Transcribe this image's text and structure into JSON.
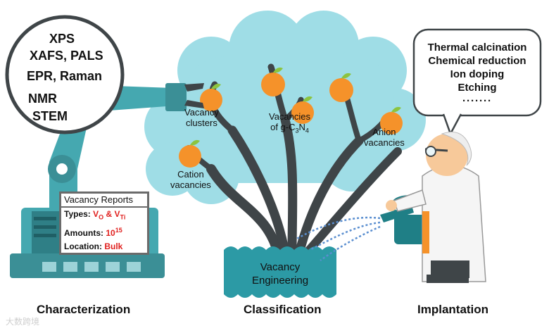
{
  "characterization": {
    "techniques": [
      "XPS",
      "XAFS, PALS",
      "EPR, Raman",
      "NMR",
      "STEM"
    ],
    "report": {
      "title": "Vacancy Reports",
      "types_label": "Types:",
      "types_v1": "V",
      "types_v1_sub": "O",
      "types_amp": "&",
      "types_v2": "V",
      "types_v2_sub": "Ti",
      "amounts_label": "Amounts:",
      "amounts_base": "10",
      "amounts_exp": "15",
      "location_label": "Location:",
      "location_value": "Bulk"
    },
    "section_label": "Characterization"
  },
  "classification": {
    "labels": {
      "clusters_line1": "Vacancy",
      "clusters_line2": "clusters",
      "gcn_line1": "Vacancies",
      "gcn_prefix": "of g-C",
      "gcn_sub1": "3",
      "gcn_mid": "N",
      "gcn_sub2": "4",
      "anion_line1": "Anion",
      "anion_line2": "vacancies",
      "cation_line1": "Cation",
      "cation_line2": "vacancies"
    },
    "pot_line1": "Vacancy",
    "pot_line2": "Engineering",
    "section_label": "Classification"
  },
  "implantation": {
    "methods": [
      "Thermal calcination",
      "Chemical reduction",
      "Ion doping",
      "Etching"
    ],
    "ellipsis": "·······",
    "section_label": "Implantation"
  },
  "watermark": "大数跨境",
  "colors": {
    "canopy": "#9fdde6",
    "trunk": "#3f4548",
    "pot": "#2c9aa5",
    "apple": "#f5922a",
    "leaf": "#8cc43f",
    "robot": "#45a8b0",
    "report_accent": "#e0201e",
    "can": "#1f7f86"
  }
}
